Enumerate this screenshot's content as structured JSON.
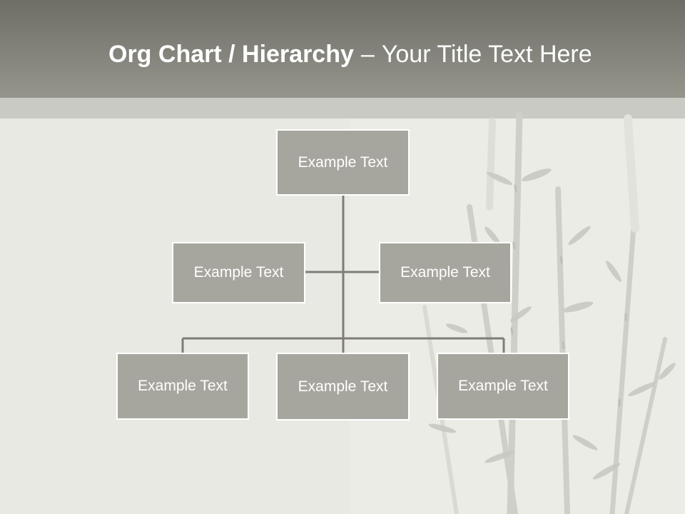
{
  "slide": {
    "title_bold": "Org Chart / Hierarchy",
    "title_separator": "–",
    "title_rest": "Your Title Text Here"
  },
  "org_chart": {
    "root": {
      "label": "Example Text"
    },
    "assistants": [
      {
        "label": "Example Text"
      },
      {
        "label": "Example Text"
      }
    ],
    "subordinates": [
      {
        "label": "Example Text"
      },
      {
        "label": "Example Text"
      },
      {
        "label": "Example Text"
      }
    ]
  },
  "colors": {
    "header": "#82827a",
    "background": "#e9e9e4",
    "node_fill": "#a7a69e",
    "node_border": "#ffffff",
    "connector": "#7e7d76"
  }
}
